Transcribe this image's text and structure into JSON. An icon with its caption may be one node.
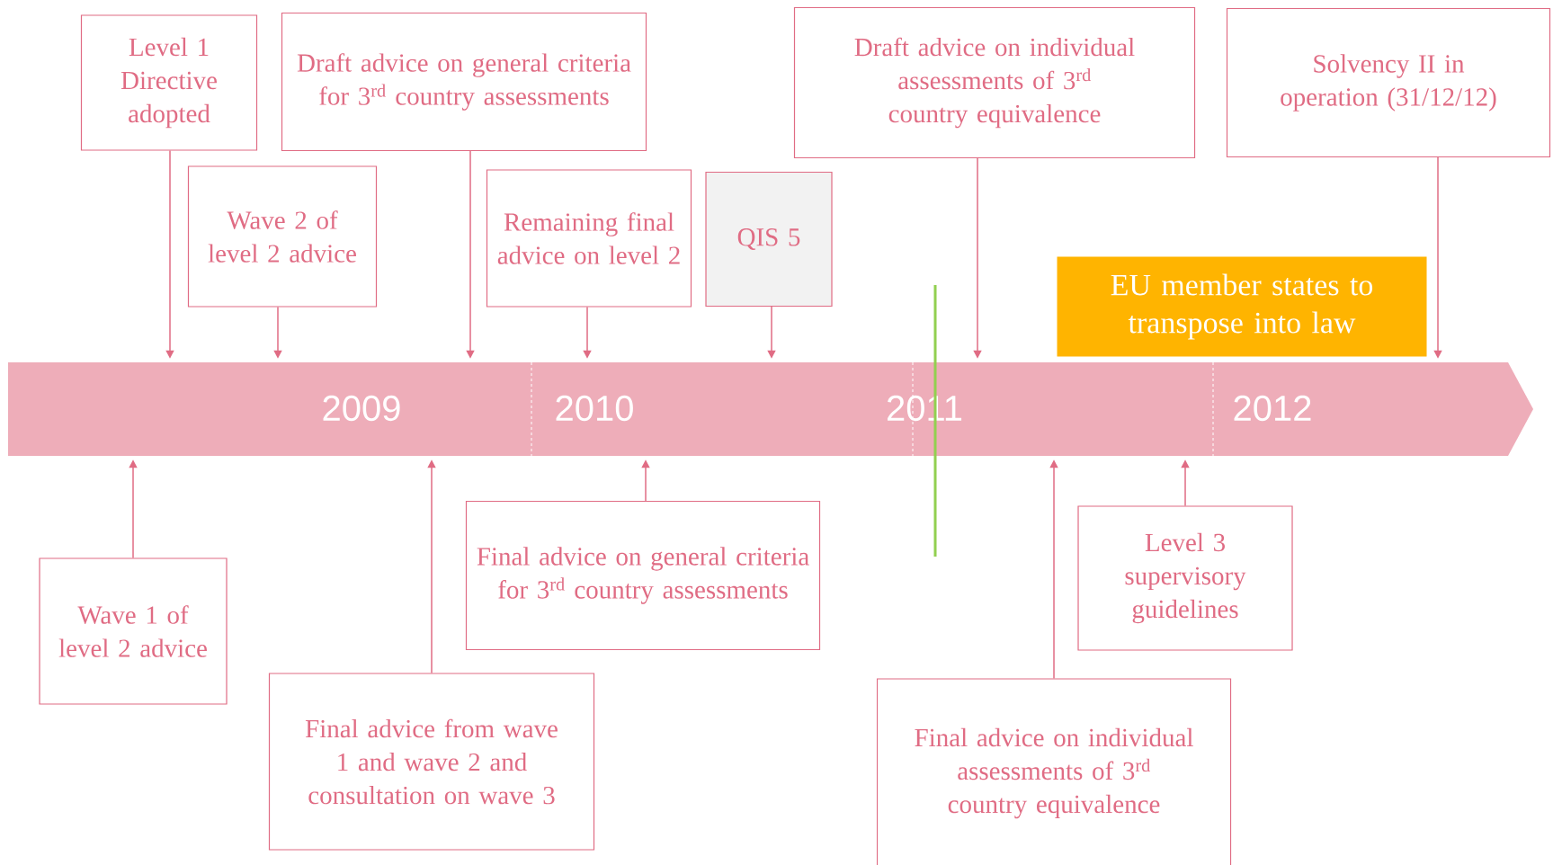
{
  "diagram": {
    "nodes": [
      {
        "text": [
          "Level 1 Directive adopted"
        ]
      },
      {
        "text": [
          "Draft advice on general criteria for 3$^{rd}$ country assessments"
        ]
      },
      {
        "text": [
          "Draft advice on individual assessments of 3$^{rd}$ country equivalence"
        ]
      },
      {
        "text": [
          "Solvency II in operation (31/12/12)"
        ]
      },
      {
        "text": [
          "Wave 2 of level 2 advice"
        ]
      },
      {
        "text": [
          "Remaining final advice on level 2"
        ]
      },
      {
        "text": [
          "QIS 5"
        ]
      },
      {
        "text": [
          "EU member states to transpose into law"
        ]
      },
      {
        "text": [
          "2009",
          "2010",
          "2011",
          "2012"
        ]
      },
      {
        "text": [
          "Wave 1 of level 2 advice"
        ]
      },
      {
        "text": [
          "Final advice from wave 1 and wave 2 and consultation on wave 3"
        ]
      },
      {
        "text": [
          "Final advice on general criteria for 3$^{rd}$ country assessments"
        ]
      },
      {
        "text": [
          "Level 3 supervisory guidelines"
        ]
      },
      {
        "text": [
          "Final advice on individual assessments of 3$^{rd}$ country equivalence"
        ]
      }
    ],
    "edges": [
      {
        "from": 0,
        "to": 8,
        "arrow": "to"
      },
      {
        "from": 4,
        "to": 8,
        "arrow": "to"
      },
      {
        "from": 1,
        "to": 8,
        "arrow": "to"
      },
      {
        "from": 5,
        "to": 8,
        "arrow": "to"
      },
      {
        "from": 6,
        "to": 8,
        "arrow": "to"
      },
      {
        "from": 2,
        "to": 8,
        "arrow": "to"
      },
      {
        "from": 3,
        "to": 8,
        "arrow": "to"
      },
      {
        "from": 9,
        "to": 8,
        "arrow": "to"
      },
      {
        "from": 10,
        "to": 8,
        "arrow": "to"
      },
      {
        "from": 11,
        "to": 8,
        "arrow": "to"
      },
      {
        "from": 13,
        "to": 8,
        "arrow": "to"
      },
      {
        "from": 12,
        "to": 8,
        "arrow": "to"
      }
    ]
  }
}
